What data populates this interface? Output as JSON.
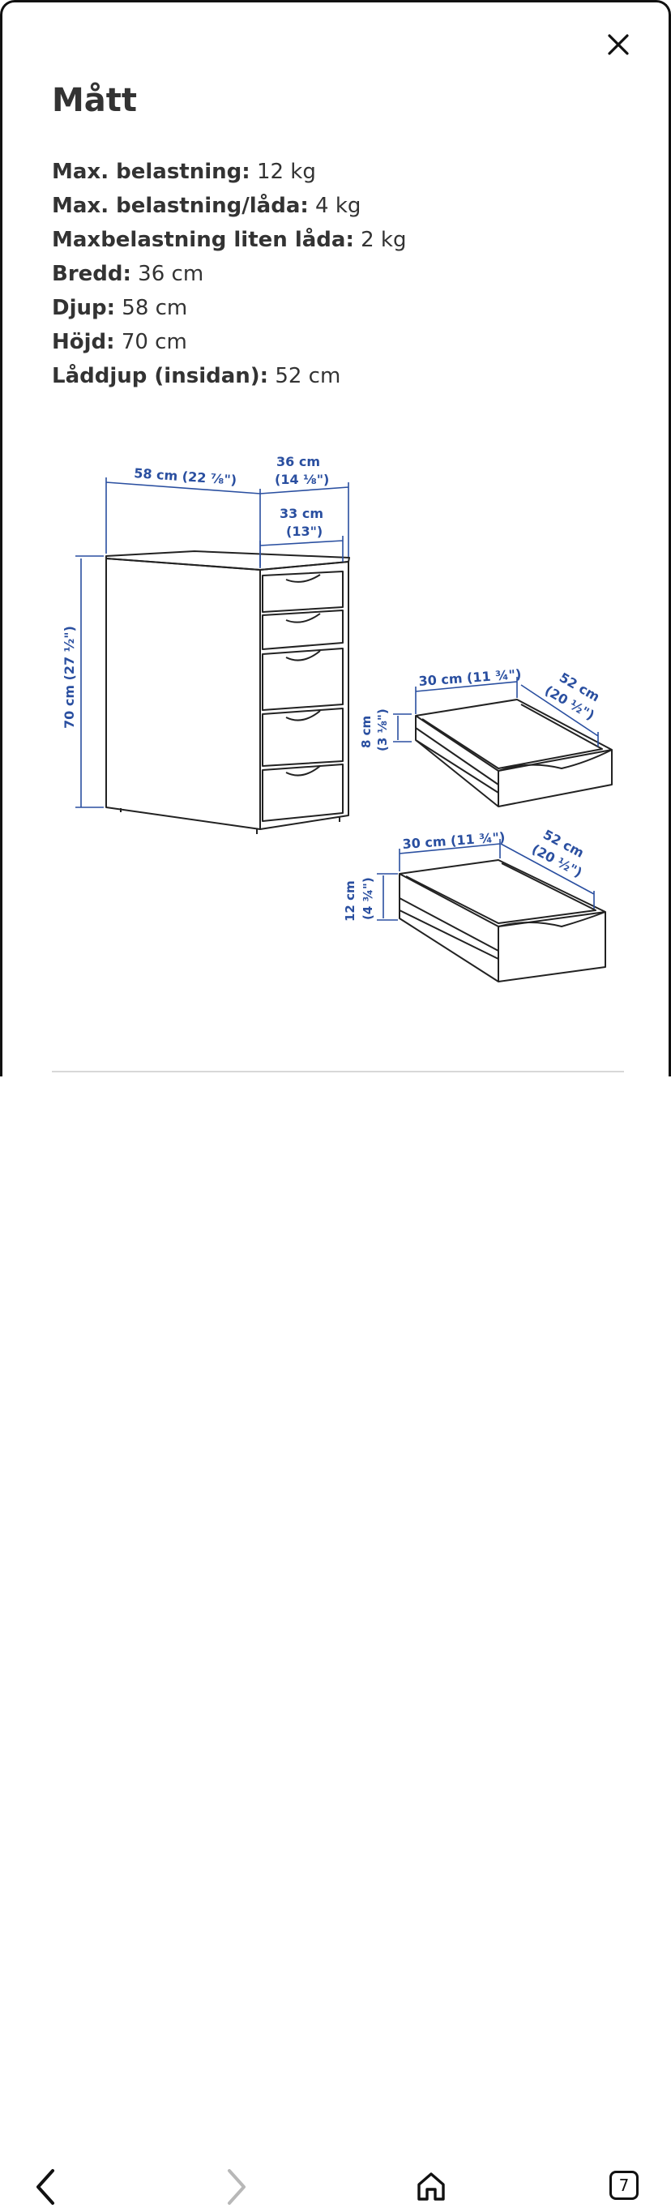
{
  "dialog": {
    "title": "Mått",
    "specs": [
      {
        "label": "Max. belastning:",
        "value": "12 kg"
      },
      {
        "label": "Max. belastning/låda:",
        "value": "4 kg"
      },
      {
        "label": "Maxbelastning liten låda:",
        "value": "2 kg"
      },
      {
        "label": "Bredd:",
        "value": "36 cm"
      },
      {
        "label": "Djup:",
        "value": "58 cm"
      },
      {
        "label": "Höjd:",
        "value": "70 cm"
      },
      {
        "label": "Låddjup (insidan):",
        "value": "52 cm"
      }
    ]
  },
  "drawing": {
    "cabinet_depth": "58 cm (22 ⅞\")",
    "cabinet_width_1": "36 cm",
    "cabinet_width_2": "(14 ⅛\")",
    "front_width_1": "33 cm",
    "front_width_2": "(13\")",
    "cabinet_height": "70 cm (27 ½\")",
    "small_drawer_width": "30 cm (11 ¾\")",
    "small_drawer_depth_1": "52 cm",
    "small_drawer_depth_2": "(20 ½\")",
    "small_drawer_height_1": "8 cm",
    "small_drawer_height_2": "(3 ⅛\")",
    "large_drawer_width": "30 cm (11 ¾\")",
    "large_drawer_depth_1": "52 cm",
    "large_drawer_depth_2": "(20 ½\")",
    "large_drawer_height_1": "12 cm",
    "large_drawer_height_2": "(4 ¾\")"
  },
  "browser": {
    "tab_count": "7"
  },
  "colors": {
    "dimension_blue": "#2a4fa0",
    "text": "#333333"
  }
}
